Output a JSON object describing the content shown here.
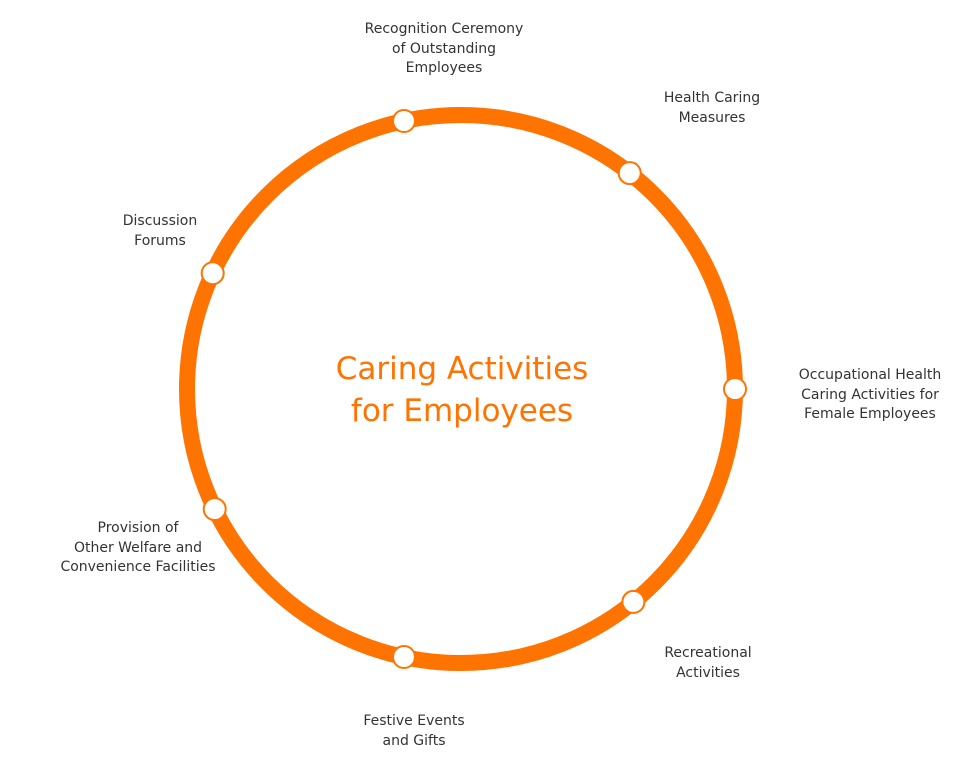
{
  "colors": {
    "accent": "#ff7300",
    "text": "#333333",
    "background": "#ffffff"
  },
  "center": {
    "title_lines": [
      "Caring Activities",
      "for Employees"
    ]
  },
  "activities": [
    {
      "id": "recognition",
      "lines": [
        "Recognition Ceremony",
        "of Outstanding",
        "Employees"
      ]
    },
    {
      "id": "health",
      "lines": [
        "Health Caring",
        "Measures"
      ]
    },
    {
      "id": "occupational",
      "lines": [
        "Occupational Health",
        "Caring Activities for",
        "Female Employees"
      ]
    },
    {
      "id": "recreational",
      "lines": [
        "Recreational",
        "Activities"
      ]
    },
    {
      "id": "festive",
      "lines": [
        "Festive Events",
        "and Gifts"
      ]
    },
    {
      "id": "provision",
      "lines": [
        "Provision of",
        "Other Welfare and",
        "Convenience Facilities"
      ]
    },
    {
      "id": "discussion",
      "lines": [
        "Discussion",
        "Forums"
      ]
    }
  ]
}
